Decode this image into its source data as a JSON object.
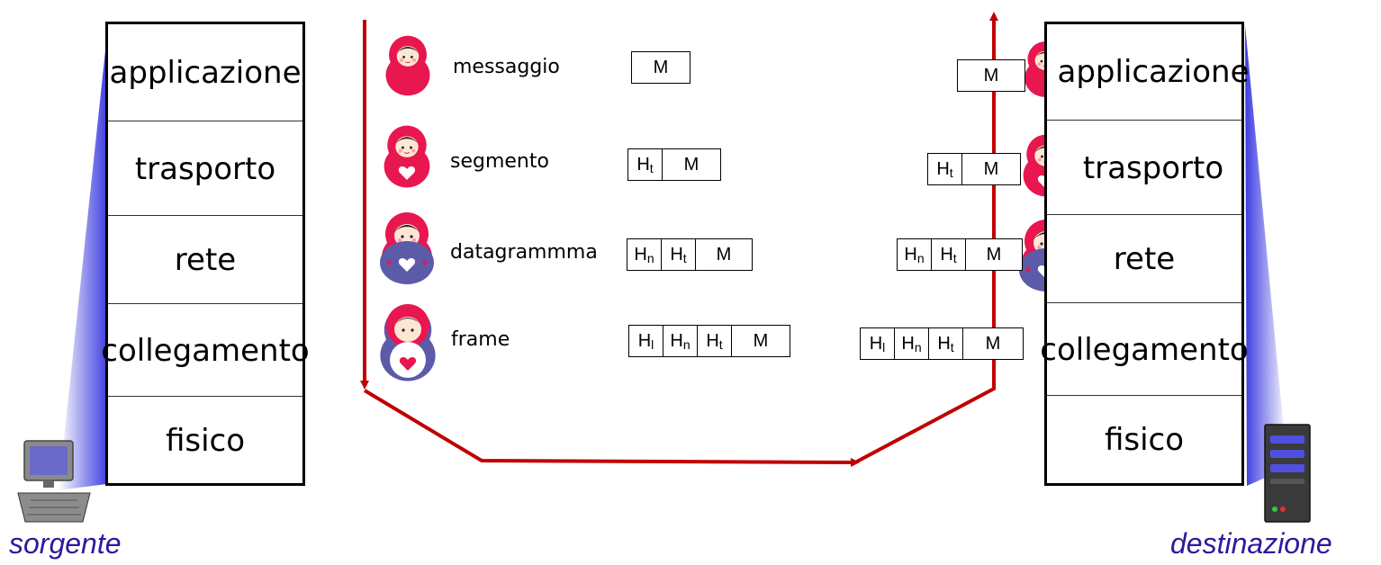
{
  "diagram": {
    "source_stack": {
      "layers": [
        "applicazione",
        "trasporto",
        "rete",
        "collegamento",
        "fisico"
      ]
    },
    "destination_stack": {
      "layers": [
        "applicazione",
        "trasporto",
        "rete",
        "collegamento",
        "fisico"
      ]
    },
    "pdu_names": [
      "messaggio",
      "segmento",
      "datagrammma",
      "frame"
    ],
    "headers": {
      "message": "M",
      "transport": "H",
      "transport_sub": "t",
      "network": "H",
      "network_sub": "n",
      "link": "H",
      "link_sub": "l"
    },
    "source_label": "sorgente",
    "destination_label": "destinazione",
    "colors": {
      "arrow": "#c00000",
      "host_label": "#2a1a9c",
      "doll_red": "#e8174f",
      "doll_blue": "#5b5ba8",
      "wedge": "#3b3be0"
    }
  }
}
